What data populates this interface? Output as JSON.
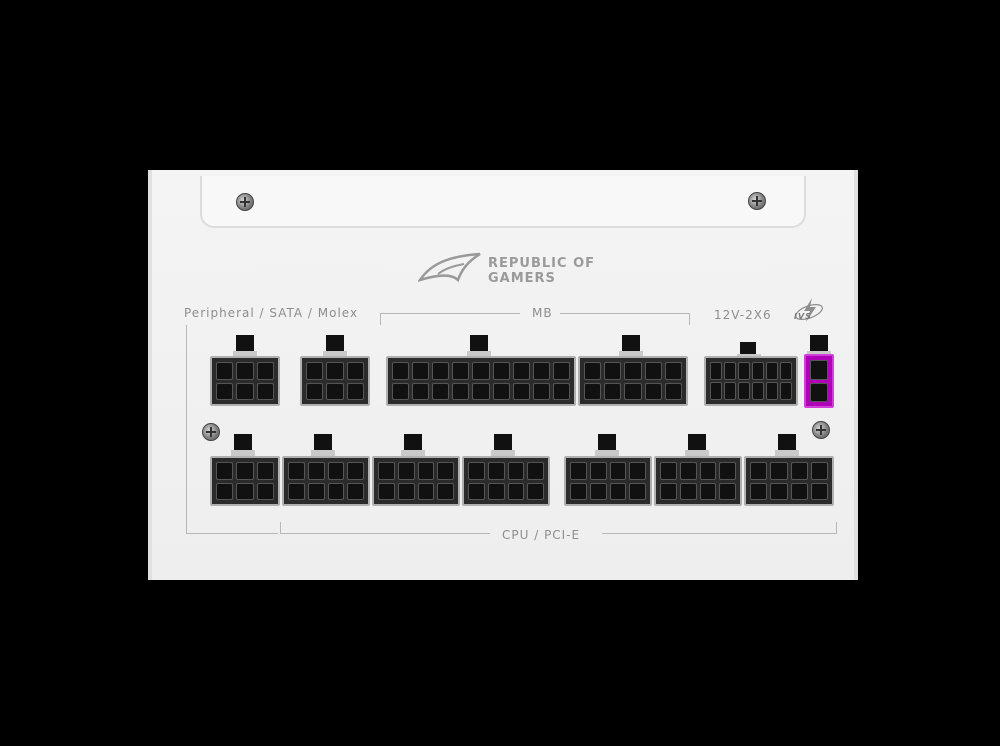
{
  "brand": {
    "line1": "REPUBLIC OF",
    "line2": "GAMERS"
  },
  "labels": {
    "peripheral": "Peripheral / SATA / Molex",
    "mb": "MB",
    "gpu_12v": "12V-2X6",
    "ivs": "IVS",
    "cpu_pcie": "CPU / PCI-E"
  },
  "colors": {
    "body": "#f2f2f2",
    "connector_housing": "#2b2b2b",
    "sense_connector": "#b000b8"
  },
  "icons": [
    "screw-icon",
    "rog-eye-logo-icon",
    "lightning-icon"
  ]
}
